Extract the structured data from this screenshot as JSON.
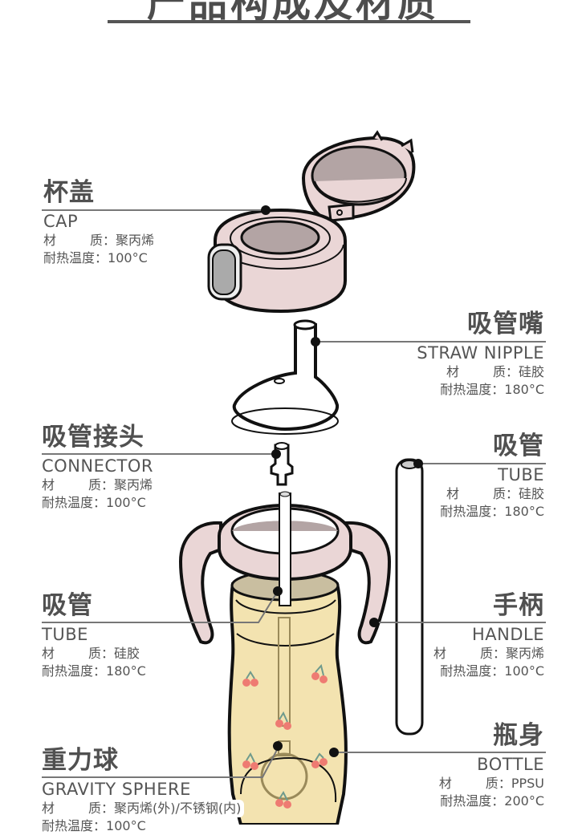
{
  "title": "产品构成及材质",
  "labels": {
    "material_key": "材　质",
    "heat_key": "耐热温度",
    "sep": "："
  },
  "parts": [
    {
      "id": "cap",
      "cn": "杯盖",
      "en": "CAP",
      "material": "聚丙烯",
      "heat": "100°C"
    },
    {
      "id": "straw-nipple",
      "cn": "吸管嘴",
      "en": "STRAW NIPPLE",
      "material": "硅胶",
      "heat": "180°C"
    },
    {
      "id": "connector",
      "cn": "吸管接头",
      "en": "CONNECTOR",
      "material": "聚丙烯",
      "heat": "100°C"
    },
    {
      "id": "tube-right",
      "cn": "吸管",
      "en": "TUBE",
      "material": "硅胶",
      "heat": "180°C"
    },
    {
      "id": "tube-left",
      "cn": "吸管",
      "en": "TUBE",
      "material": "硅胶",
      "heat": "180°C"
    },
    {
      "id": "handle",
      "cn": "手柄",
      "en": "HANDLE",
      "material": "聚丙烯",
      "heat": "100°C"
    },
    {
      "id": "bottle",
      "cn": "瓶身",
      "en": "BOTTLE",
      "material": "PPSU",
      "heat": "200°C"
    },
    {
      "id": "gravity-sphere",
      "cn": "重力球",
      "en": "GRAVITY SPHERE",
      "material": "聚丙烯(外)/不锈钢(内)",
      "heat": "100°C"
    }
  ],
  "colors": {
    "cap_pink": "#ead6d6",
    "inner_gray": "#b3a4a4",
    "bottle_yellow": "#f3e3b0",
    "outline": "#111111",
    "text": "#555555",
    "cherry": "#ee7b72",
    "leaf": "#6f9a8c"
  }
}
